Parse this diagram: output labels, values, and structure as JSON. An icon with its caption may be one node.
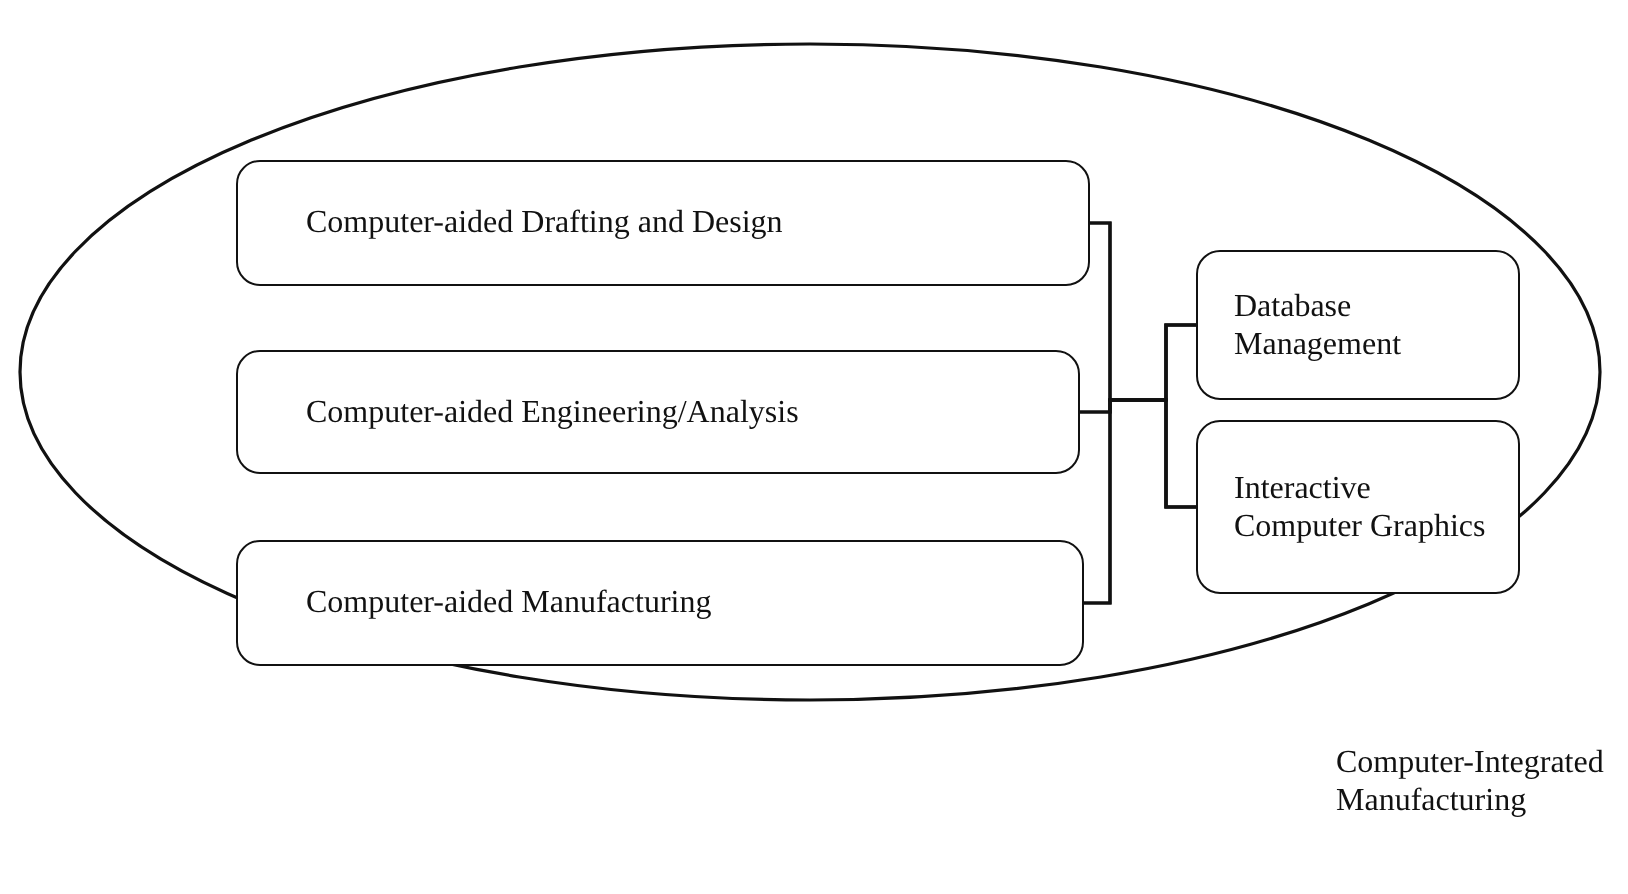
{
  "diagram": {
    "nodes": [
      {
        "text": [
          "Computer-Integrated Manufacturing"
        ]
      },
      {
        "text": [
          "Computer-aided Drafting and Design"
        ],
        "in": 0
      },
      {
        "text": [
          "Computer-aided Engineering/Analysis"
        ],
        "in": 0
      },
      {
        "text": [
          "Computer-aided Manufacturing"
        ],
        "in": 0
      },
      {
        "text": [
          "Database Management"
        ],
        "in": 0
      },
      {
        "text": [
          "Interactive Computer Graphics"
        ],
        "in": 0
      }
    ],
    "edges": [
      {
        "from": 1,
        "to": 4,
        "arrow": "none"
      },
      {
        "from": 1,
        "to": 5,
        "arrow": "none"
      },
      {
        "from": 2,
        "to": 4,
        "arrow": "none"
      },
      {
        "from": 2,
        "to": 5,
        "arrow": "none"
      },
      {
        "from": 3,
        "to": 4,
        "arrow": "none"
      },
      {
        "from": 3,
        "to": 5,
        "arrow": "none"
      }
    ]
  }
}
